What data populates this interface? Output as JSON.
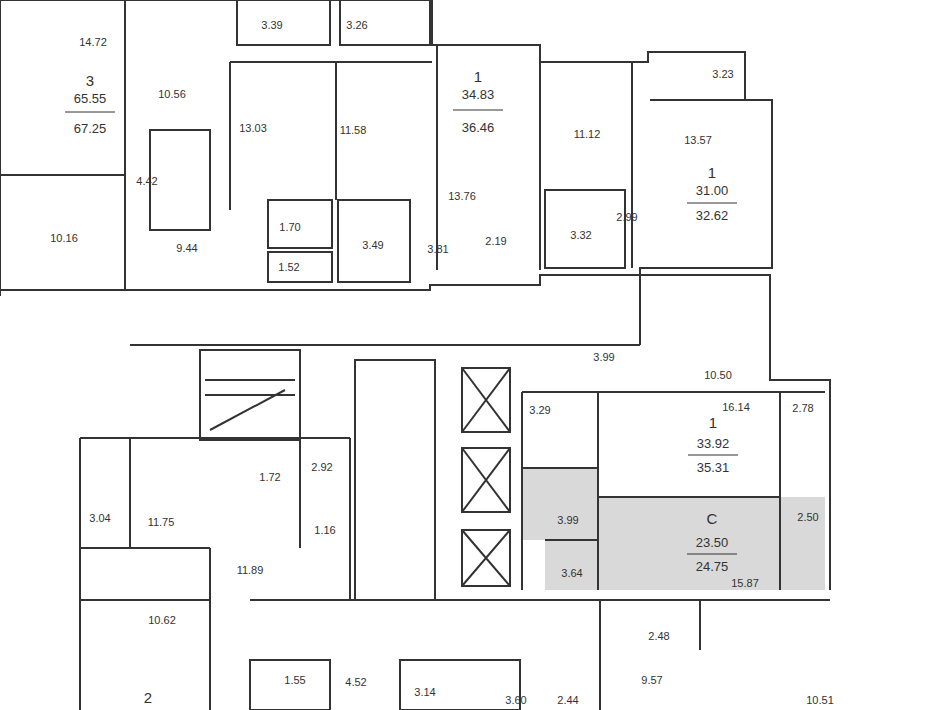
{
  "diagram": {
    "labels": [
      "14.72",
      "3",
      "65.55",
      "67.25",
      "10.56",
      "3.39",
      "3.26",
      "1",
      "34.83",
      "36.46",
      "11.12",
      "3.23",
      "13.57",
      "1",
      "31.00",
      "32.62",
      "13.03",
      "11.58",
      "4.42",
      "13.76",
      "10.16",
      "9.44",
      "1.70",
      "3.49",
      "3.81",
      "2.19",
      "3.32",
      "2.99",
      "1.52",
      "3.99",
      "10.50",
      "3.29",
      "16.14",
      "2.78",
      "1",
      "33.92",
      "35.31",
      "11.75",
      "1.72",
      "2.92",
      "3.04",
      "1.16",
      "3.99",
      "C",
      "23.50",
      "24.75",
      "2.50",
      "3.64",
      "15.87",
      "11.89",
      "10.62",
      "2.48",
      "9.57",
      "1.55",
      "4.52",
      "3.14",
      "2",
      "3.60",
      "2.44",
      "10.51"
    ]
  }
}
